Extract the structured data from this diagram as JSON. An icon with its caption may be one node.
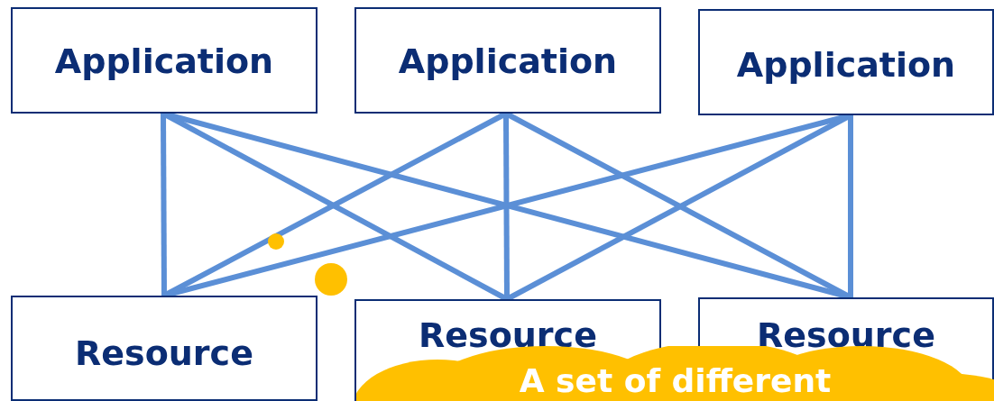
{
  "diagram": {
    "nodes": [
      {
        "text": [
          "Application"
        ]
      },
      {
        "text": [
          "Application"
        ]
      },
      {
        "text": [
          "Application"
        ]
      },
      {
        "text": [
          "Resource"
        ]
      },
      {
        "text": [
          "Resource"
        ]
      },
      {
        "text": [
          "Resource"
        ]
      },
      {
        "text": [
          "A set of different"
        ]
      }
    ],
    "edges": [
      {
        "from": 0,
        "to": 3,
        "arrow": "none"
      },
      {
        "from": 0,
        "to": 4,
        "arrow": "none"
      },
      {
        "from": 0,
        "to": 5,
        "arrow": "none"
      },
      {
        "from": 1,
        "to": 3,
        "arrow": "none"
      },
      {
        "from": 1,
        "to": 4,
        "arrow": "none"
      },
      {
        "from": 1,
        "to": 5,
        "arrow": "none"
      },
      {
        "from": 2,
        "to": 3,
        "arrow": "none"
      },
      {
        "from": 2,
        "to": 4,
        "arrow": "none"
      },
      {
        "from": 2,
        "to": 5,
        "arrow": "none"
      }
    ]
  }
}
